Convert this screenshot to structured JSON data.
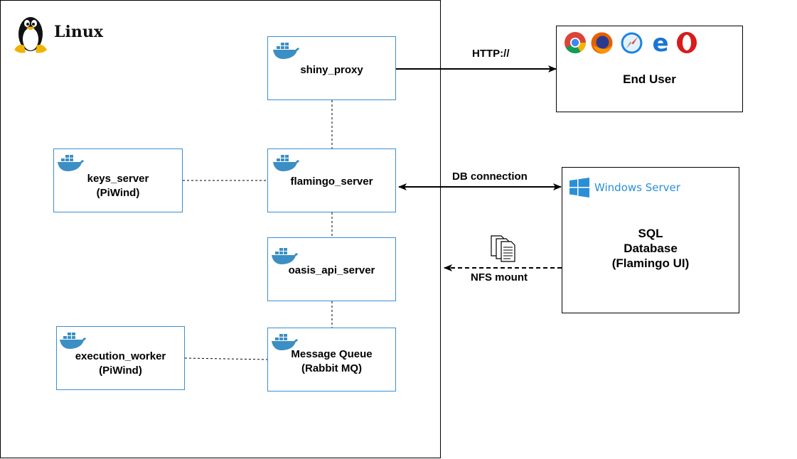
{
  "linux": {
    "title": "Linux",
    "icon": "linux-penguin-icon"
  },
  "nodes": {
    "shiny_proxy": {
      "label": "shiny_proxy",
      "icon": "docker-whale-icon"
    },
    "flamingo_server": {
      "label": "flamingo_server",
      "icon": "docker-whale-icon"
    },
    "keys_server": {
      "line1": "keys_server",
      "line2": "(PiWind)",
      "icon": "docker-whale-icon"
    },
    "oasis_api_server": {
      "label": "oasis_api_server",
      "icon": "docker-whale-icon"
    },
    "message_queue": {
      "line1": "Message Queue",
      "line2": "(Rabbit MQ)",
      "icon": "docker-whale-icon"
    },
    "execution_worker": {
      "line1": "execution_worker",
      "line2": "(PiWind)",
      "icon": "docker-whale-icon"
    }
  },
  "end_user": {
    "label": "End User",
    "browser_icons": [
      "chrome-icon",
      "firefox-icon",
      "safari-icon",
      "edge-icon",
      "opera-icon"
    ]
  },
  "windows_server": {
    "brand": "Windows Server",
    "line1": "SQL",
    "line2": "Database",
    "line3": "(Flamingo UI)",
    "icon": "windows-logo-icon"
  },
  "edges": {
    "http": "HTTP://",
    "db": "DB connection",
    "nfs": "NFS mount",
    "nfs_icon": "documents-icon"
  },
  "colors": {
    "node_border": "#3a8fd4",
    "docker_blue": "#3c8fc4",
    "windows_blue": "#2b8fd6"
  }
}
